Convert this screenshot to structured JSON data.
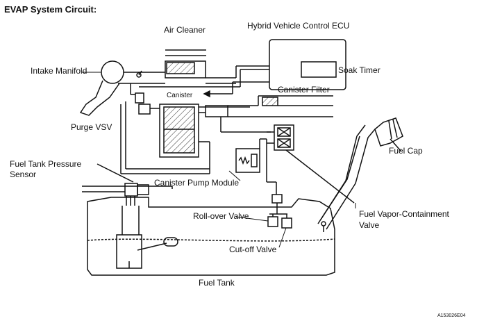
{
  "title": "EVAP System Circuit:",
  "labels": {
    "air_cleaner": "Air Cleaner",
    "ecu": "Hybrid Vehicle Control ECU",
    "soak_timer": "Soak Timer",
    "intake_manifold": "Intake Manifold",
    "canister": "Canister",
    "canister_filter": "Canister Filter",
    "purge_vsv": "Purge VSV",
    "fuel_cap": "Fuel Cap",
    "pressure_sensor_1": "Fuel Tank Pressure",
    "pressure_sensor_2": "Sensor",
    "pump_module": "Canister Pump Module",
    "rollover_valve": "Roll-over Valve",
    "vapor_valve_1": "Fuel Vapor-Containment",
    "vapor_valve_2": "Valve",
    "cutoff_valve": "Cut-off Valve",
    "fuel_tank": "Fuel Tank",
    "code": "A153026E04"
  }
}
